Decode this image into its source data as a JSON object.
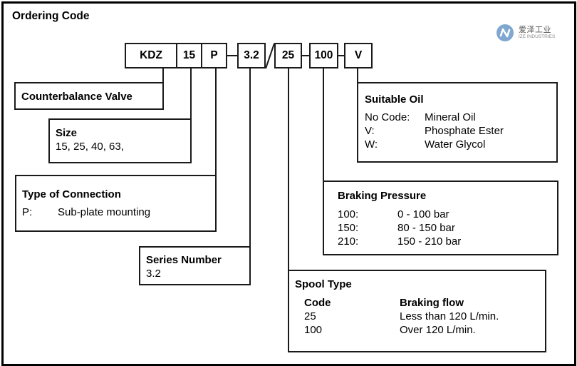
{
  "title": "Ordering Code",
  "logo": {
    "name_cn": "爱泽工业",
    "name_en": "IZE INDUSTRIES",
    "icon": "ize-logo-icon",
    "color": "#7fa7cf"
  },
  "code_segments": [
    "KDZ",
    "15",
    "P",
    "3.2",
    "25",
    "100",
    "V"
  ],
  "separators": [
    "",
    "",
    "-",
    "/",
    "-",
    "-"
  ],
  "sections": {
    "valve": {
      "heading": "Counterbalance Valve"
    },
    "size": {
      "heading": "Size",
      "values": "15, 25, 40, 63,"
    },
    "connection": {
      "heading": "Type of Connection",
      "rows": [
        {
          "code": "P:",
          "desc": "Sub-plate mounting"
        }
      ]
    },
    "series": {
      "heading": "Series Number",
      "value": "3.2"
    },
    "spool": {
      "heading": "Spool Type",
      "columns": [
        "Code",
        "Braking flow"
      ],
      "rows": [
        {
          "code": "25",
          "desc": "Less than 120 L/min."
        },
        {
          "code": "100",
          "desc": "Over 120 L/min."
        }
      ]
    },
    "pressure": {
      "heading": "Braking Pressure",
      "rows": [
        {
          "code": "100:",
          "desc": "0 - 100 bar"
        },
        {
          "code": "150:",
          "desc": "80 - 150 bar"
        },
        {
          "code": "210:",
          "desc": "150 - 210 bar"
        }
      ]
    },
    "oil": {
      "heading": "Suitable Oil",
      "rows": [
        {
          "code": "No Code:",
          "desc": "Mineral Oil"
        },
        {
          "code": "V:",
          "desc": "Phosphate Ester"
        },
        {
          "code": "W:",
          "desc": "Water Glycol"
        }
      ]
    }
  }
}
